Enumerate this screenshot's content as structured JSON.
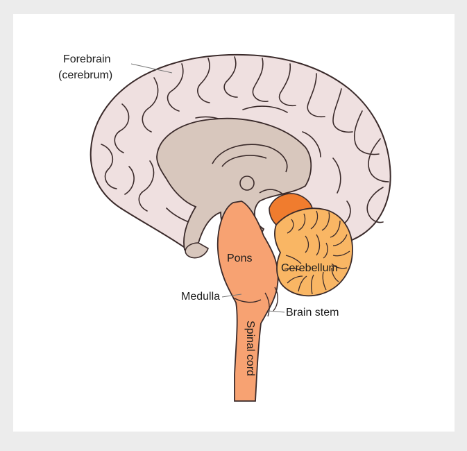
{
  "diagram": {
    "labels": {
      "forebrain": "Forebrain",
      "cerebrum": "(cerebrum)",
      "pons": "Pons",
      "cerebellum": "Cerebellum",
      "medulla": "Medulla",
      "brain_stem": "Brain stem",
      "spinal_cord": "Spinal cord"
    },
    "colors": {
      "background": "#ececec",
      "cerebrum": "#efe0e0",
      "inner_brain": "#d8c7bd",
      "brain_stem": "#f7a272",
      "cerebellum": "#f9b664",
      "cerebellum_top": "#f07c2e",
      "outline": "#3a2a2a"
    }
  }
}
